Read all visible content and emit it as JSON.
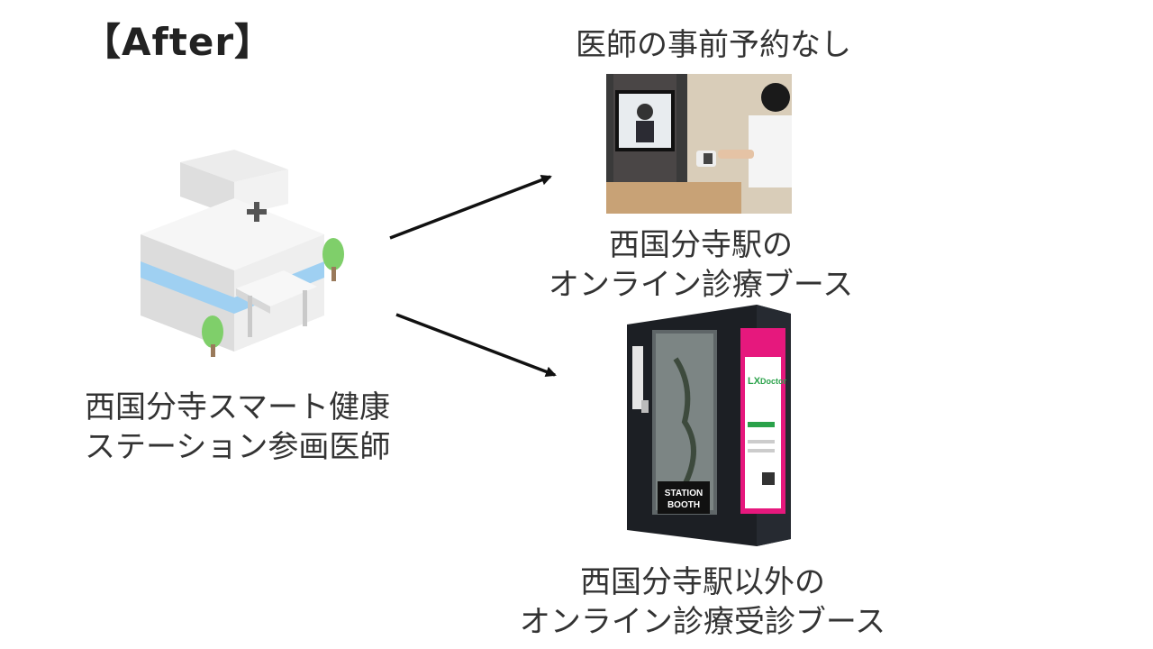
{
  "heading": "【After】",
  "top_label": "医師の事前予約なし",
  "booth_seikokubunji": {
    "line1": "西国分寺駅の",
    "line2": "オンライン診療ブース"
  },
  "source": {
    "line1": "西国分寺スマート健康",
    "line2": "ステーション参画医師"
  },
  "booth_other": {
    "line1": "西国分寺駅以外の",
    "line2": "オンライン診療受診ブース"
  },
  "booth_sign": {
    "line1": "STATION",
    "line2": "BOOTH"
  },
  "booth_panel": {
    "brand_1": "LX",
    "brand_2": "Doctor"
  },
  "colors": {
    "arrow": "#111111",
    "building_stripe": "#9fd0f2",
    "tree": "#7fcf6a",
    "booth_body": "#1c1f24",
    "panel_pink": "#e6187d",
    "panel_green": "#2aa24a"
  }
}
